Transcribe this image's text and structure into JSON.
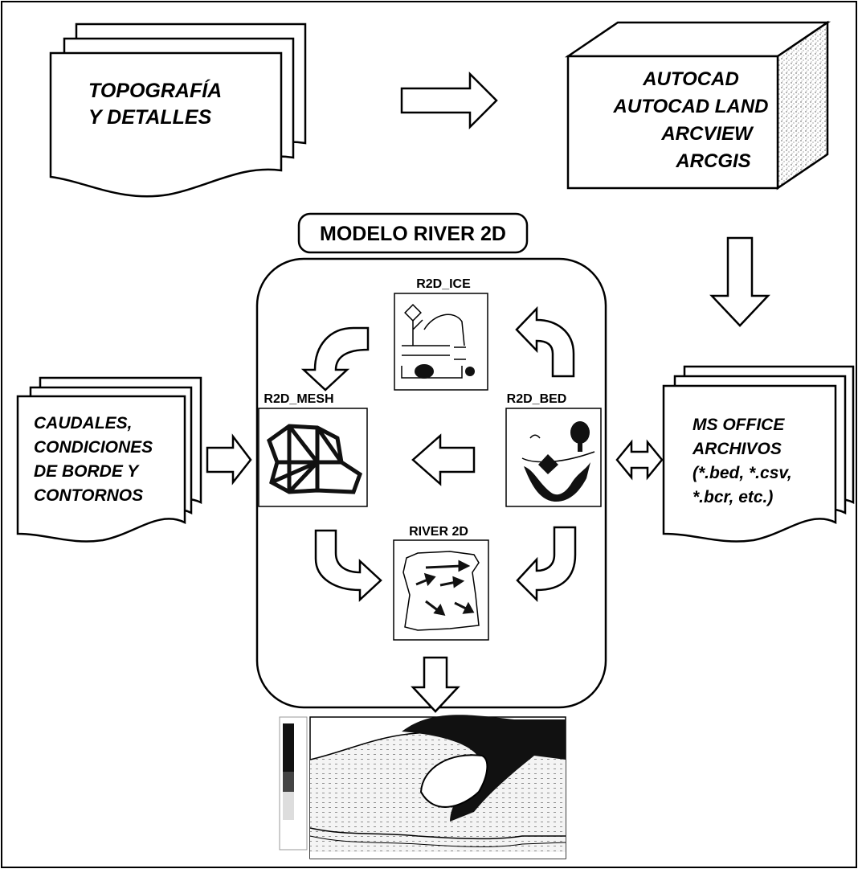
{
  "topografia": {
    "line1": "TOPOGRAFÍA",
    "line2": "Y DETALLES"
  },
  "cad": {
    "line1": "AUTOCAD",
    "line2": "AUTOCAD LAND",
    "line3": "ARCVIEW",
    "line4": "ARCGIS"
  },
  "model_title": "MODELO RIVER 2D",
  "modules": {
    "ice": "R2D_ICE",
    "mesh": "R2D_MESH",
    "bed": "R2D_BED",
    "river": "RIVER 2D"
  },
  "caudales": {
    "line1": "CAUDALES,",
    "line2": "CONDICIONES",
    "line3": "DE BORDE Y",
    "line4": "CONTORNOS"
  },
  "ms_office": {
    "line1": "MS OFFICE",
    "line2": "ARCHIVOS",
    "line3": "(*.bed, *.csv,",
    "line4": "*.bcr, etc.)"
  },
  "colors": {
    "ink": "#000000",
    "paper": "#ffffff",
    "water": "#f2f2f2",
    "deep": "#111111"
  }
}
